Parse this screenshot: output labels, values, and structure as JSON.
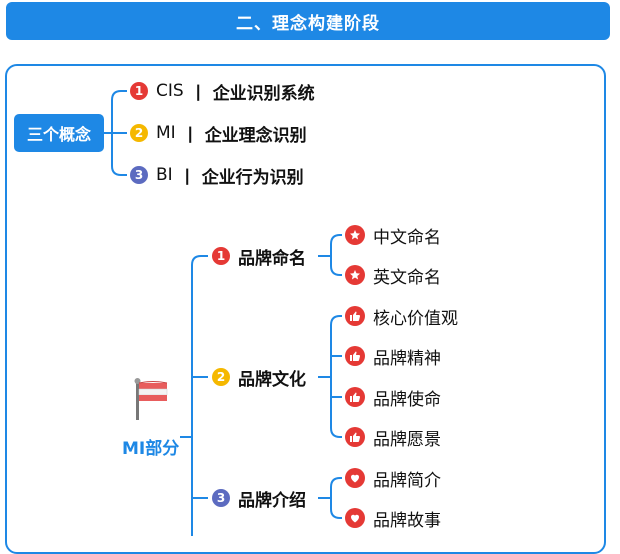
{
  "header": {
    "title": "二、理念构建阶段"
  },
  "concepts": {
    "label": "三个概念",
    "items": [
      {
        "num": "1",
        "abbr": "CIS",
        "sep": "丨",
        "name": "企业识别系统"
      },
      {
        "num": "2",
        "abbr": "MI",
        "sep": "丨",
        "name": "企业理念识别"
      },
      {
        "num": "3",
        "abbr": "BI",
        "sep": "丨",
        "name": "企业行为识别"
      }
    ]
  },
  "mi": {
    "label": "MI部分",
    "branches": [
      {
        "num": "1",
        "label": "品牌命名",
        "children": [
          "中文命名",
          "英文命名"
        ],
        "icon": "star-icon"
      },
      {
        "num": "2",
        "label": "品牌文化",
        "children": [
          "核心价值观",
          "品牌精神",
          "品牌使命",
          "品牌愿景"
        ],
        "icon": "thumbs-up-icon"
      },
      {
        "num": "3",
        "label": "品牌介绍",
        "children": [
          "品牌简介",
          "品牌故事"
        ],
        "icon": "heart-icon"
      }
    ]
  },
  "colors": {
    "accent": "#1e88e5",
    "red": "#e53935",
    "yellow": "#f5b800",
    "purple": "#5c6bc0"
  }
}
